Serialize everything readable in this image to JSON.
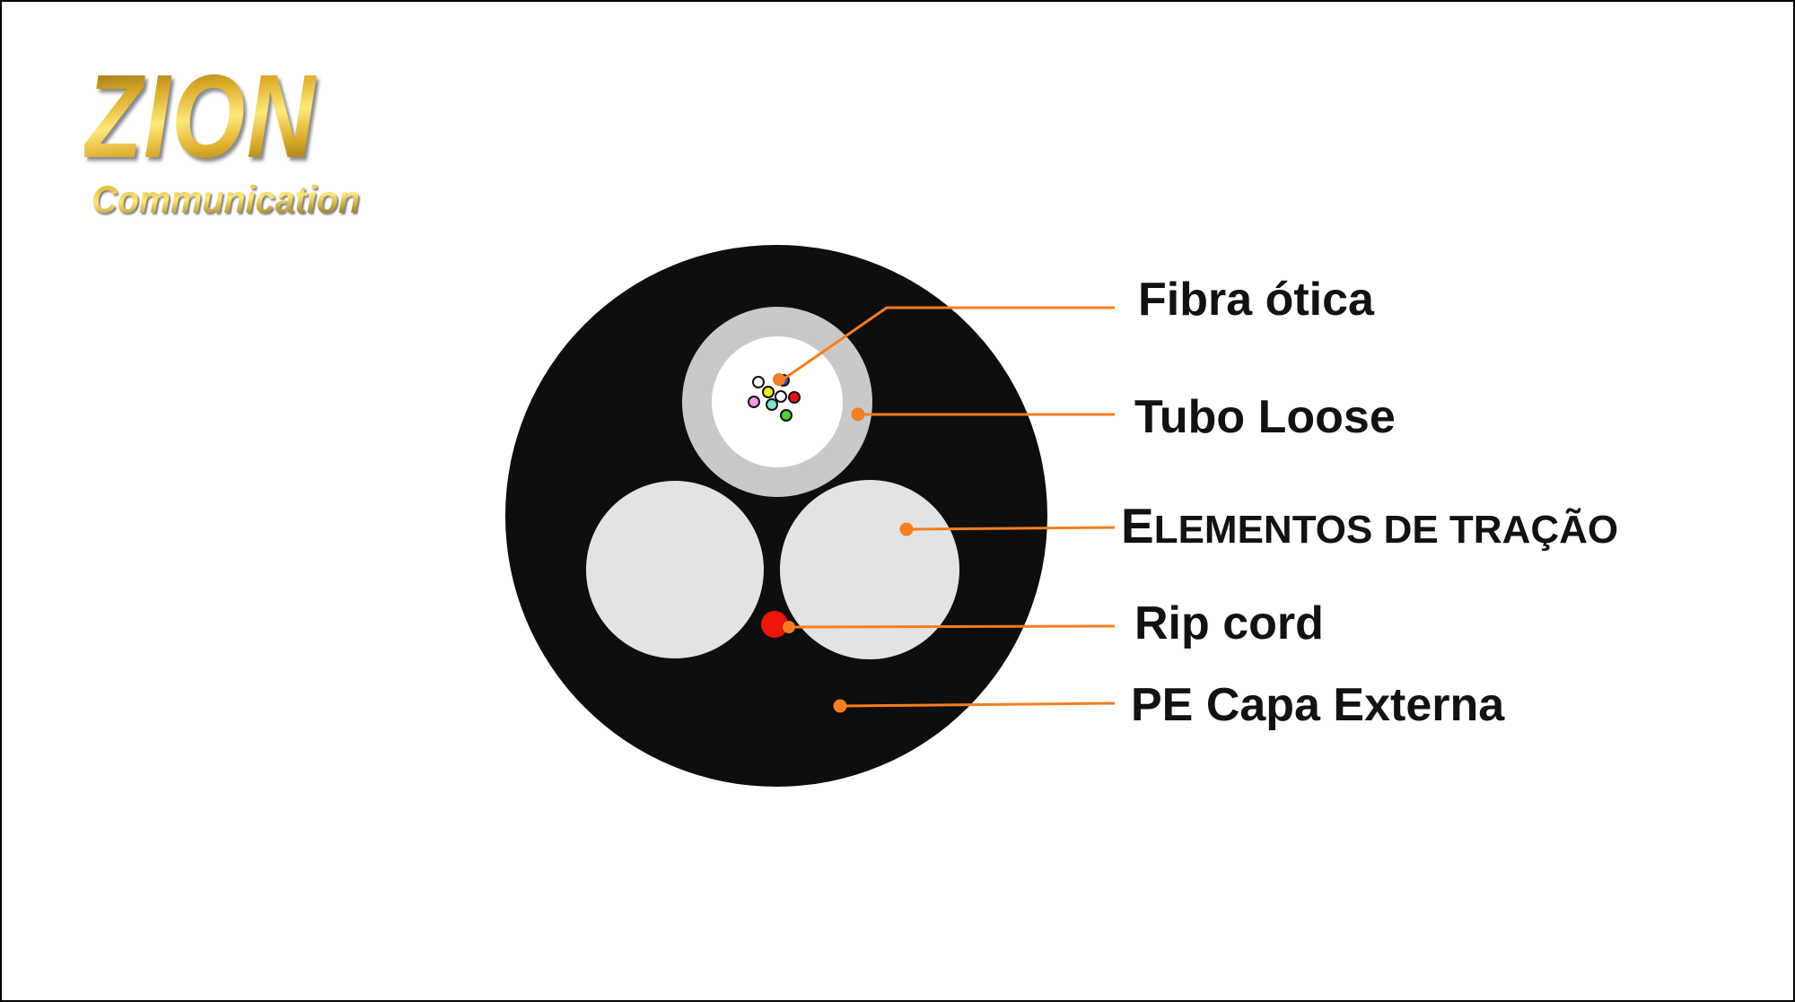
{
  "logo": {
    "brand": "ZION",
    "subtitle": "Communication"
  },
  "diagram": {
    "labels": {
      "fiber": "Fibra ótica",
      "tube": "Tubo Loose",
      "strength": "ELEMENTOS DE TRAÇÃO",
      "ripcord": "Rip cord",
      "jacket": "PE Capa Externa"
    }
  },
  "colors": {
    "accent_orange": "#F57E20",
    "jacket_black": "#0E0E0E",
    "tube_gray": "#C9C9C9",
    "tube_inner_white": "#FFFFFF",
    "strength_gray": "#E3E3E3",
    "ripcord_red": "#EE1508",
    "logo_gold_dark": "#7A5C10",
    "logo_gold_mid": "#D9A928",
    "logo_gold_light": "#FFE87A",
    "fiber": {
      "white": "#FFFFFF",
      "blue": "#3A50B4",
      "yellow": "#EAE72C",
      "red": "#E81410",
      "violet": "#F29BE4",
      "cyan": "#7FE2CE",
      "green": "#53D032"
    }
  }
}
